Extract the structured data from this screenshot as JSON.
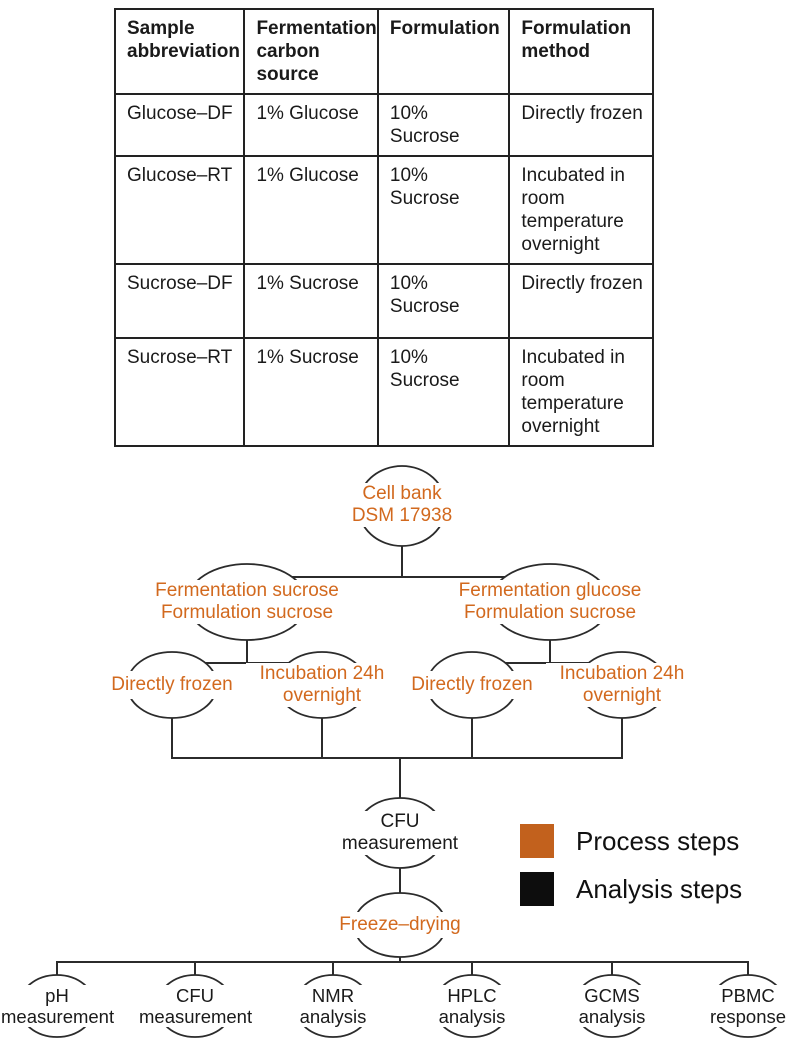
{
  "table": {
    "columns": [
      "Sample abbreviation",
      "Fermentation carbon source",
      "Formulation",
      "Formulation method"
    ],
    "rows": [
      {
        "cells": [
          "Glucose–DF",
          "1% Glucose",
          "10% Sucrose",
          "Directly frozen"
        ]
      },
      {
        "cells": [
          "Glucose–RT",
          "1% Glucose",
          "10% Sucrose",
          "Incubated in room temperature overnight"
        ]
      },
      {
        "cells": [
          "Sucrose–DF",
          "1% Sucrose",
          "10% Sucrose",
          "Directly frozen"
        ]
      },
      {
        "cells": [
          "Sucrose–RT",
          "1% Sucrose",
          "10% Sucrose",
          "Incubated in room temperature overnight"
        ]
      }
    ]
  },
  "flowchart": {
    "nodes": [
      {
        "id": "cell-bank",
        "label": "Cell bank\nDSM 17938",
        "type": "process"
      },
      {
        "id": "ferm-sucrose",
        "label": "Fermentation sucrose\nFormulation sucrose",
        "type": "process"
      },
      {
        "id": "ferm-glucose",
        "label": "Fermentation glucose\nFormulation sucrose",
        "type": "process"
      },
      {
        "id": "directly-frozen-left",
        "label": "Directly frozen",
        "type": "process"
      },
      {
        "id": "incubation-left",
        "label": "Incubation 24h\novernight",
        "type": "process"
      },
      {
        "id": "directly-frozen-right",
        "label": "Directly frozen",
        "type": "process"
      },
      {
        "id": "incubation-right",
        "label": "Incubation 24h\novernight",
        "type": "process"
      },
      {
        "id": "cfu-measurement-mid",
        "label": "CFU\nmeasurement",
        "type": "analysis"
      },
      {
        "id": "freeze-drying",
        "label": "Freeze–drying",
        "type": "process"
      },
      {
        "id": "ph-measurement",
        "label": "pH\nmeasurement",
        "type": "analysis"
      },
      {
        "id": "cfu-measurement",
        "label": "CFU\nmeasurement",
        "type": "analysis"
      },
      {
        "id": "nmr-analysis",
        "label": "NMR\nanalysis",
        "type": "analysis"
      },
      {
        "id": "hplc-analysis",
        "label": "HPLC\nanalysis",
        "type": "analysis"
      },
      {
        "id": "gcms-analysis",
        "label": "GCMS\nanalysis",
        "type": "analysis"
      },
      {
        "id": "pbmc-response",
        "label": "PBMC\nresponse",
        "type": "analysis"
      }
    ],
    "legend": {
      "process_label": "Process steps",
      "analysis_label": "Analysis steps",
      "process_color": "#c2611d",
      "analysis_color": "#0d0d0d"
    },
    "colors": {
      "process_text": "#d2691e",
      "analysis_text": "#1a1a1a",
      "line": "#2b2b2b"
    }
  }
}
